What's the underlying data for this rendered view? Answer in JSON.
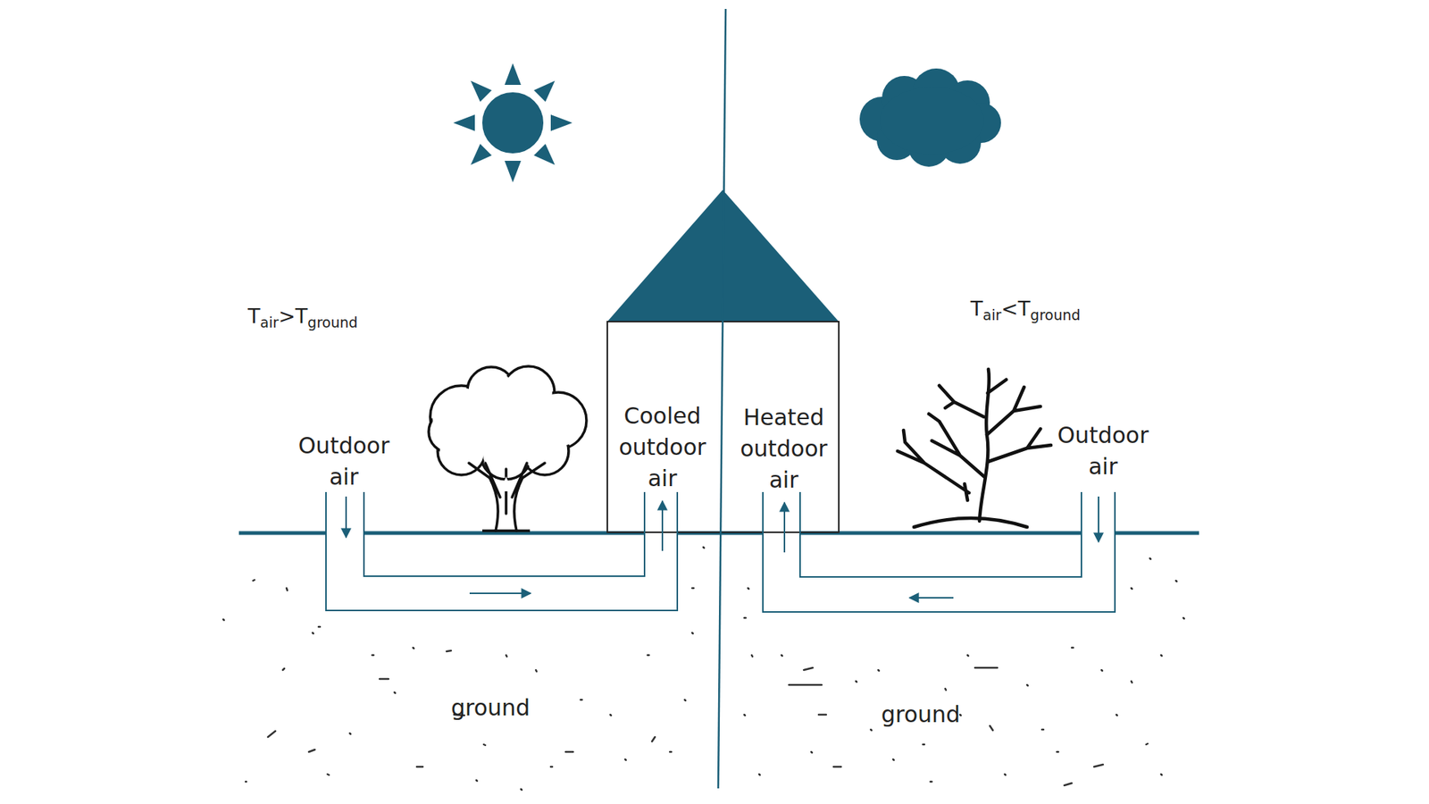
{
  "diagram": {
    "labels": [
      "T",
      "air",
      ">T",
      "ground",
      "Outdoor air",
      "Cooled outdoor air",
      "Heated outdoor air",
      "T",
      "air",
      "<T",
      "ground",
      "Outdoor air",
      "ground",
      "ground"
    ]
  }
}
